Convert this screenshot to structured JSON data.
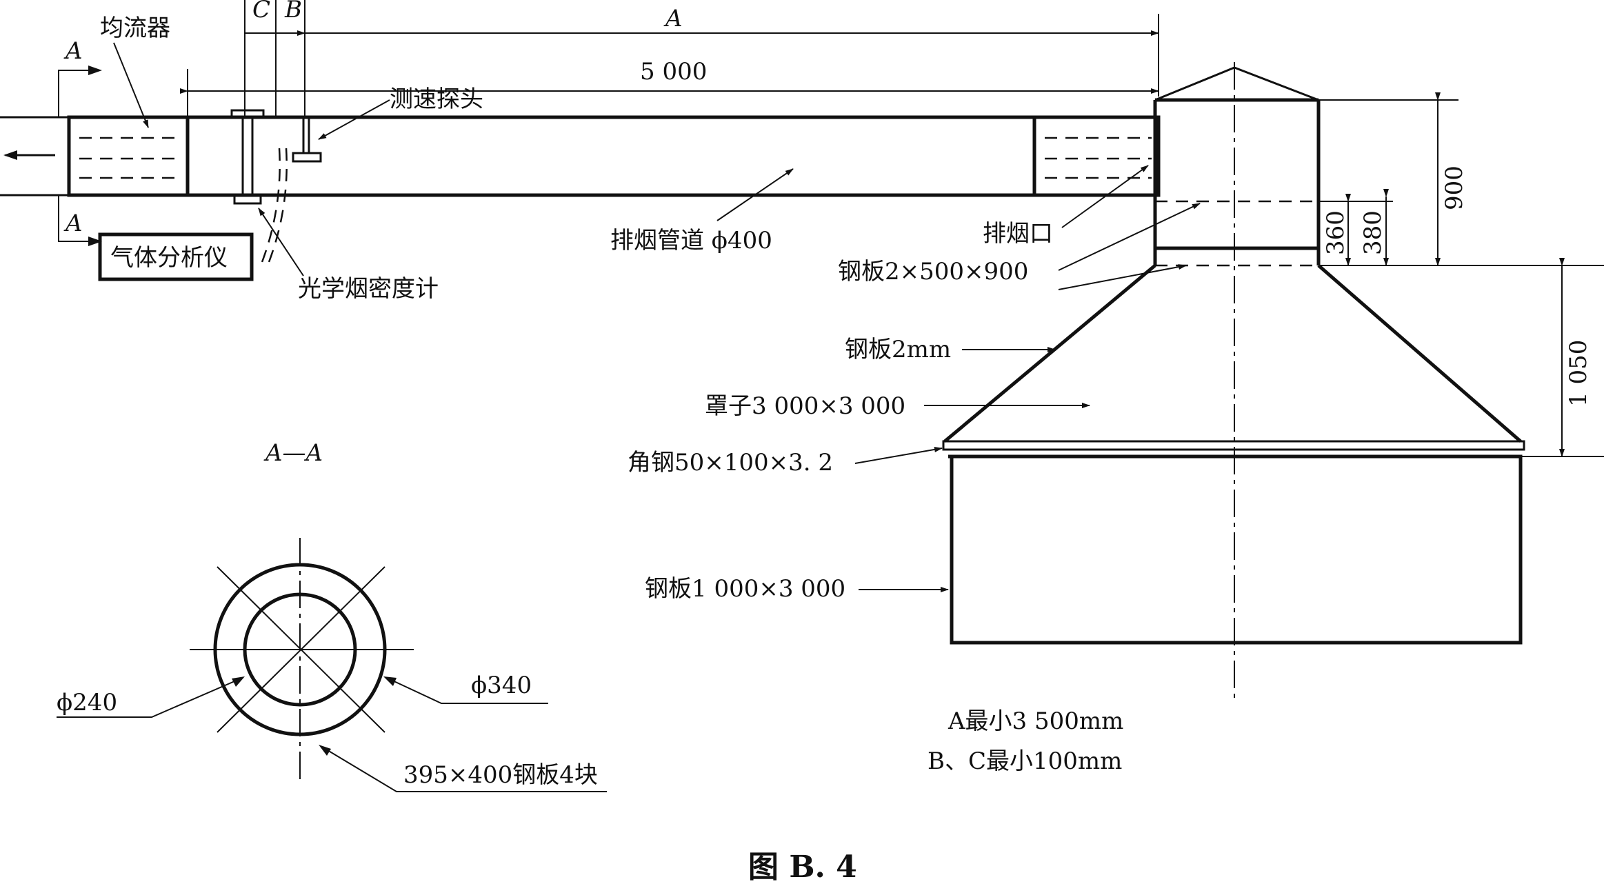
{
  "labels": {
    "flow_straightener": "均流器",
    "velocity_probe": "测速探头",
    "gas_analyzer": "气体分析仪",
    "optical_smoke_meter": "光学烟密度计",
    "exhaust_duct": "排烟管道 ϕ400",
    "exhaust_outlet": "排烟口",
    "steel_plate_2x500x900": "钢板2×500×900",
    "steel_plate_2mm": "钢板2mm",
    "hood": "罩子3 000×3 000",
    "angle_steel": "角钢50×100×3. 2",
    "steel_plate_1000x3000": "钢板1 000×3 000",
    "section_title": "A—A",
    "phi240": "ϕ240",
    "phi340": "ϕ340",
    "plates_4": "395×400钢板4块",
    "note_a": "A最小3 500mm",
    "note_bc": "B、C最小100mm",
    "figure_caption": "图 B. 4"
  },
  "dimensions": {
    "dim_A_top": "A",
    "dim_C": "C",
    "dim_B": "B",
    "dim_5000": "5 000",
    "dim_900": "900",
    "dim_360": "360",
    "dim_380": "380",
    "dim_1050": "1 050",
    "section_mark_top": "A",
    "section_mark_bottom": "A"
  },
  "colors": {
    "ink": "#111111",
    "paper": "#ffffff"
  }
}
